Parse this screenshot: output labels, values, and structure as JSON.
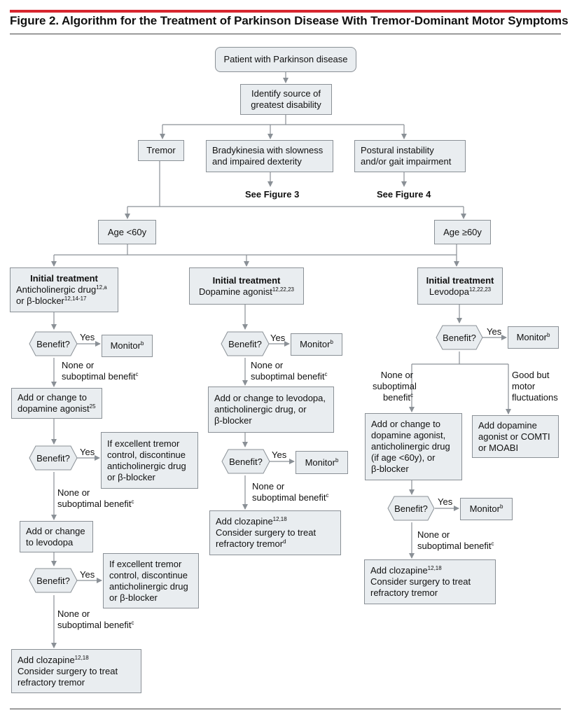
{
  "figure": {
    "title": "Figure 2. Algorithm for the Treatment of Parkinson Disease With Tremor-Dominant Motor Symptoms"
  },
  "colors": {
    "accent": "#d7262f",
    "box_fill": "#e9edf0",
    "box_border": "#8a9096",
    "line": "#8a9096"
  },
  "nodes": {
    "start": "Patient with Parkinson disease",
    "identify": [
      "Identify source of",
      "greatest disability"
    ],
    "tremor": "Tremor",
    "brady": [
      "Bradykinesia with slowness",
      "and impaired dexterity"
    ],
    "postural": [
      "Postural instability",
      "and/or gait impairment"
    ],
    "see_fig3": "See Figure 3",
    "see_fig4": "See Figure 4",
    "age_lt60": "Age <60y",
    "age_ge60": "Age ≥60y"
  },
  "left": {
    "init_title": "Initial treatment",
    "init_line1": "Anticholinergic drug",
    "init_line1_sup": "12,a",
    "init_line2": "or β-blocker",
    "init_line2_sup": "12,14-17",
    "benefit1": "Benefit?",
    "yes1": "Yes",
    "monitor1": "Monitor",
    "monitor1_sup": "b",
    "none1": [
      "None or",
      "suboptimal benefit"
    ],
    "none1_sup": "c",
    "step2_line1": "Add or change to",
    "step2_line2": "dopamine agonist",
    "step2_sup": "25",
    "benefit2": "Benefit?",
    "yes2": "Yes",
    "excellent2": [
      "If excellent tremor",
      "control, discontinue",
      "anticholinergic drug",
      "or β-blocker"
    ],
    "none2": [
      "None or",
      "suboptimal benefit"
    ],
    "none2_sup": "c",
    "step3": [
      "Add or change",
      "to levodopa"
    ],
    "benefit3": "Benefit?",
    "yes3": "Yes",
    "excellent3": [
      "If excellent tremor",
      "control, discontinue",
      "anticholinergic drug",
      "or β-blocker"
    ],
    "none3": [
      "None or",
      "suboptimal benefit"
    ],
    "none3_sup": "c",
    "final_line1": "Add clozapine",
    "final_sup": "12,18",
    "final_rest": [
      "Consider surgery to treat",
      "refractory tremor"
    ]
  },
  "middle": {
    "init_title": "Initial treatment",
    "init_line1": "Dopamine agonist",
    "init_sup": "12,22,23",
    "benefit1": "Benefit?",
    "yes1": "Yes",
    "monitor1": "Monitor",
    "monitor1_sup": "b",
    "none1": [
      "None or",
      "suboptimal benefit"
    ],
    "none1_sup": "c",
    "step2": [
      "Add or change to levodopa,",
      "anticholinergic drug, or",
      "β-blocker"
    ],
    "benefit2": "Benefit?",
    "yes2": "Yes",
    "monitor2": "Monitor",
    "monitor2_sup": "b",
    "none2": [
      "None or",
      "suboptimal benefit"
    ],
    "none2_sup": "c",
    "final_line1": "Add clozapine",
    "final_sup": "12,18",
    "final_line2": "Consider surgery to treat",
    "final_line3": "refractory tremor",
    "final_line3_sup": "d"
  },
  "right": {
    "init_title": "Initial treatment",
    "init_line1": "Levodopa",
    "init_sup": "12,22,23",
    "benefit1": "Benefit?",
    "yes1": "Yes",
    "monitor1": "Monitor",
    "monitor1_sup": "b",
    "none1": [
      "None or",
      "suboptimal",
      "benefit"
    ],
    "none1_sup": "c",
    "good": [
      "Good but",
      "motor",
      "fluctuations"
    ],
    "step2": [
      "Add or change to",
      "dopamine agonist,",
      "anticholinergic drug",
      "(if age <60y), or",
      "β-blocker"
    ],
    "fluct_box": [
      "Add dopamine",
      "agonist or COMTI",
      "or MOABI"
    ],
    "benefit2": "Benefit?",
    "yes2": "Yes",
    "monitor2": "Monitor",
    "monitor2_sup": "b",
    "none2": [
      "None or",
      "suboptimal benefit"
    ],
    "none2_sup": "c",
    "final_line1": "Add clozapine",
    "final_sup": "12,18",
    "final_rest": [
      "Consider surgery to treat",
      "refractory tremor"
    ]
  }
}
